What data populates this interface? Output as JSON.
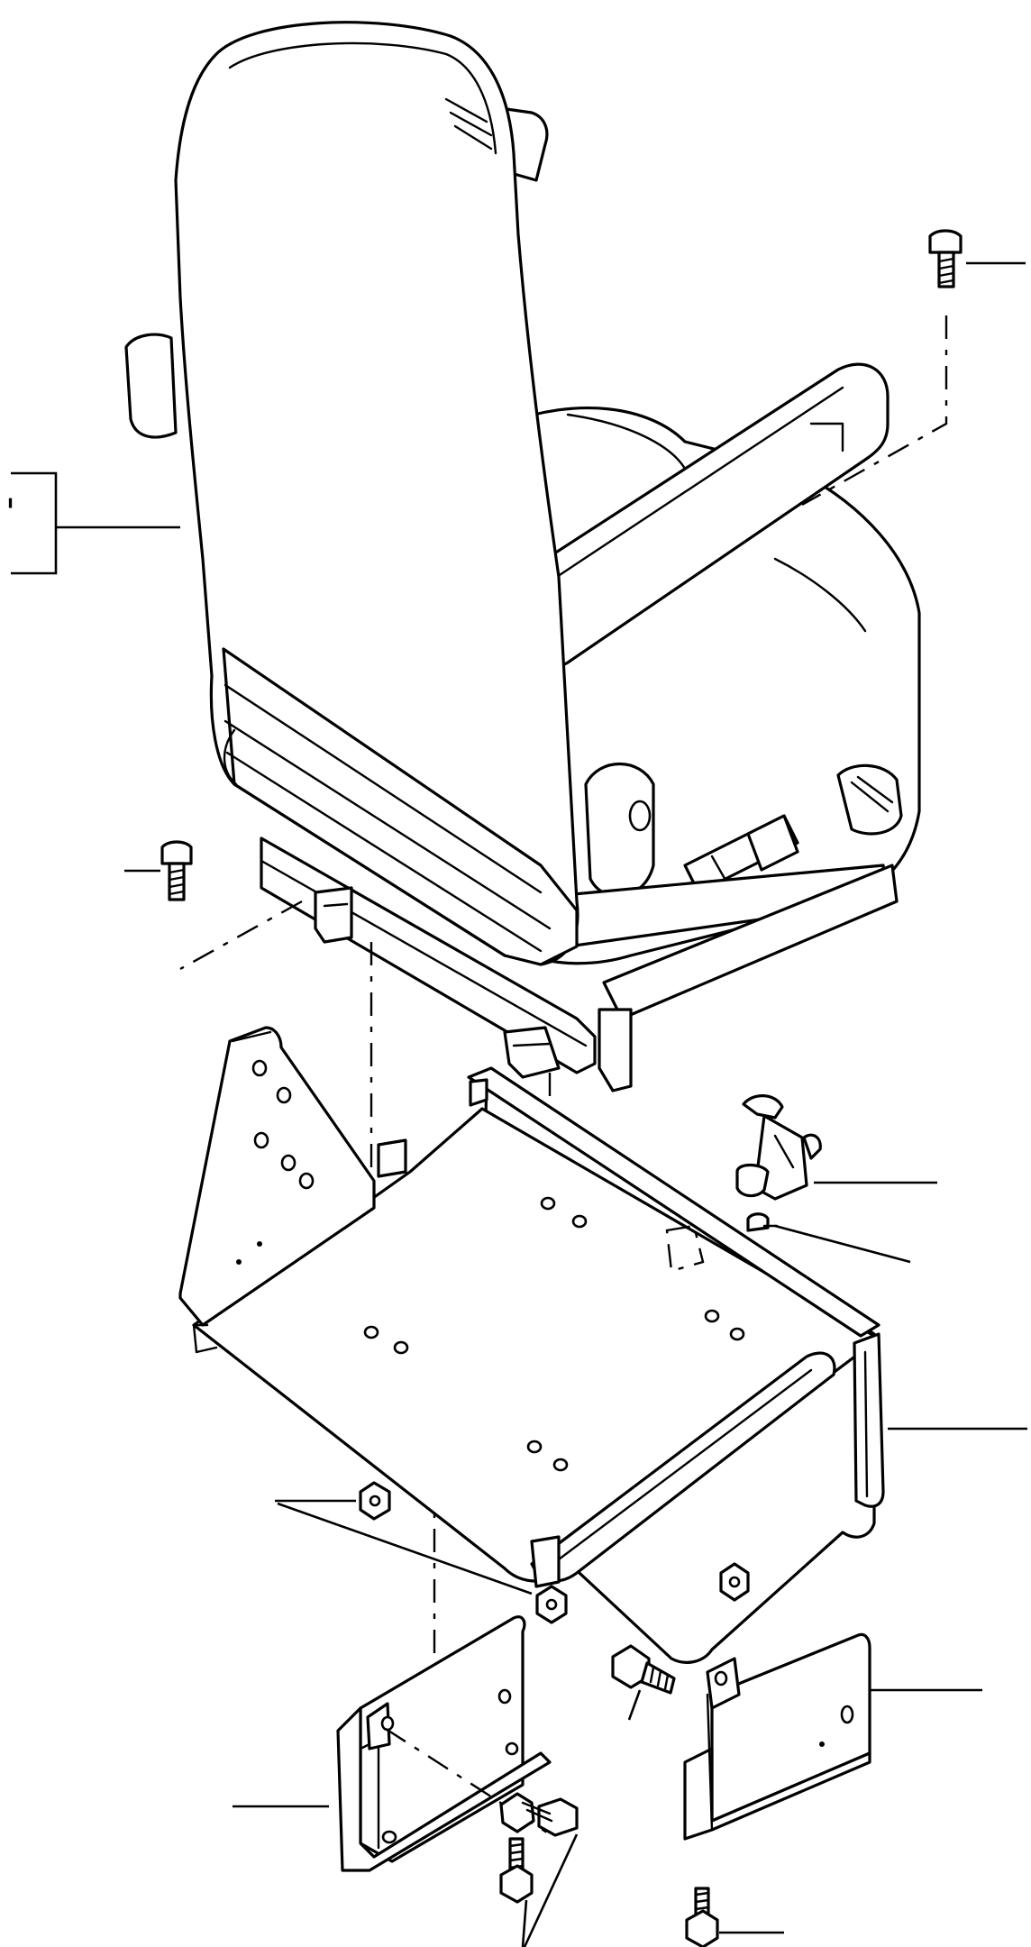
{
  "diagram": {
    "parts": [
      {
        "id": "seat"
      },
      {
        "id": "seat-mount-bolt-top-right"
      },
      {
        "id": "seat-mount-bolt-left"
      },
      {
        "id": "seat-base-platform"
      },
      {
        "id": "latch-bracket"
      },
      {
        "id": "latch-screw"
      },
      {
        "id": "side-panel"
      },
      {
        "id": "flange-nut"
      },
      {
        "id": "support-bracket-left"
      },
      {
        "id": "support-bracket-right"
      },
      {
        "id": "bracket-bolt"
      },
      {
        "id": "bracket-bolts-pair"
      },
      {
        "id": "bottom-bolt"
      }
    ],
    "seat_callout_mark": "'"
  }
}
